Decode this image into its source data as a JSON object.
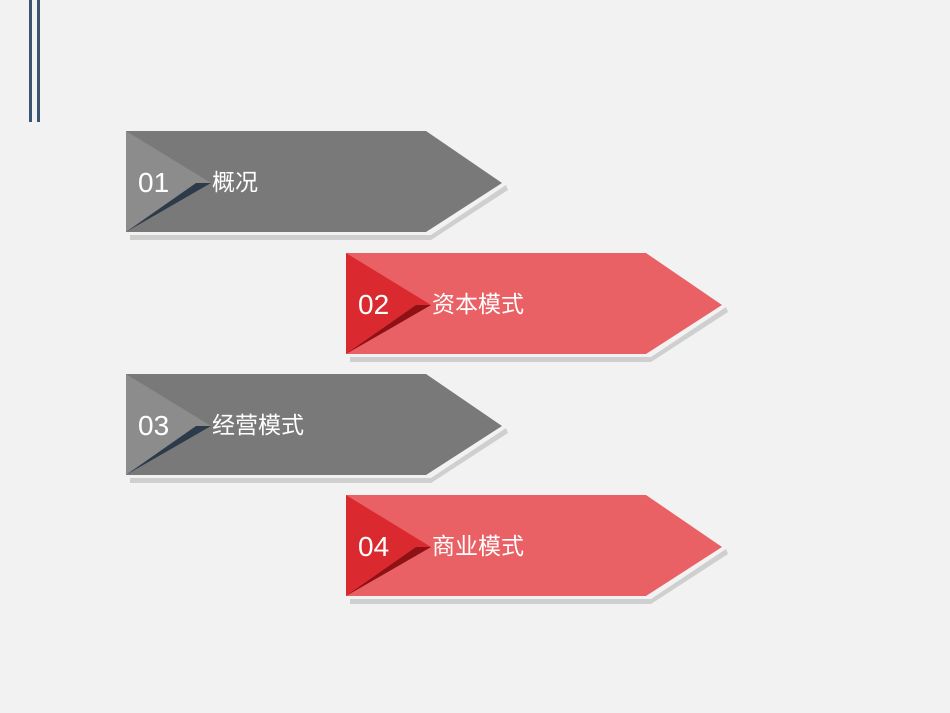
{
  "agenda": {
    "items": [
      {
        "number": "01",
        "label": "概况",
        "color": "#797979",
        "fold_color": "#2d3a4a"
      },
      {
        "number": "02",
        "label": "资本模式",
        "color": "#e96165",
        "fold_color": "#cf1a20"
      },
      {
        "number": "03",
        "label": "经营模式",
        "color": "#797979",
        "fold_color": "#2d3a4a"
      },
      {
        "number": "04",
        "label": "商业模式",
        "color": "#e96165",
        "fold_color": "#cf1a20"
      }
    ]
  },
  "theme": {
    "background": "#f2f2f3",
    "accent_bar": "#3b5373",
    "shadow": "#cfcfcf"
  }
}
